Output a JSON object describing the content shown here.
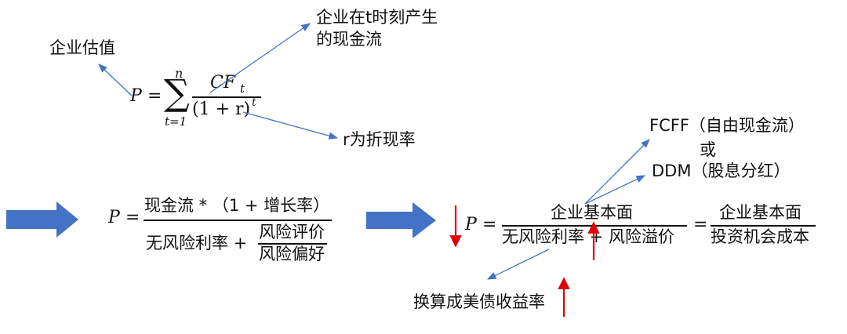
{
  "formula1": {
    "P": "P",
    "eq": "=",
    "sigma": "∑",
    "upper": "n",
    "lower": "t=1",
    "num_main": "CF",
    "num_sub": "t",
    "den_main": "(1 + r)",
    "den_sup": "t"
  },
  "annotations": {
    "valuation": "企业估值",
    "cashflow_line1": "企业在t时刻产生",
    "cashflow_line2": "的现金流",
    "discount": "r为折现率"
  },
  "formula2": {
    "P": "P",
    "eq": "=",
    "numerator": "现金流 *  （1 + 增长率）",
    "den_left": "无风险利率 +",
    "den_frac_num": "风险评价",
    "den_frac_den": "风险偏好"
  },
  "formula3": {
    "P": "P",
    "eq": "=",
    "num1": "企业基本面",
    "den1": "无风险利率 + 风险溢价",
    "eq2": "=",
    "num2": "企业基本面",
    "den2": "投资机会成本"
  },
  "right_notes": {
    "fcff": "FCFF（自由现金流）",
    "or": "或",
    "ddm": "DDM（股息分红）",
    "treasury": "换算成美债收益率"
  },
  "colors": {
    "block_arrow": "#4472C4",
    "thin_arrow": "#4472C4",
    "red_arrow": "#E00000"
  }
}
